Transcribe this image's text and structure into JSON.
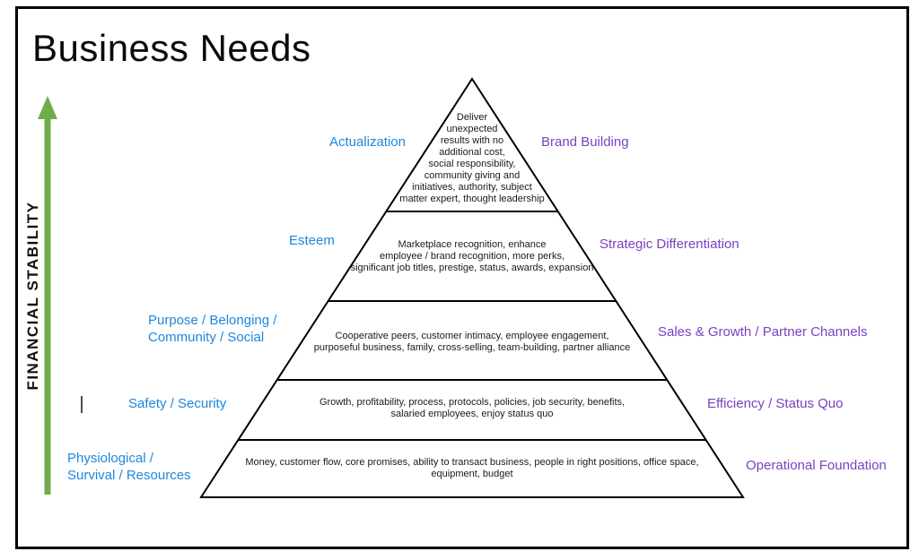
{
  "title": "Business Needs",
  "axis": {
    "label": "FINANCIAL STABILITY",
    "arrow_color": "#6fad4b"
  },
  "colors": {
    "left_labels": "#1e87dc",
    "right_labels": "#7d3fc2",
    "outline": "#000000"
  },
  "pyramid": {
    "levels": [
      {
        "left_label": "Actualization",
        "right_label": "Brand Building",
        "content": "Deliver\nunexpected\nresults with no\nadditional cost,\nsocial responsibility,\ncommunity giving and\ninitiatives, authority, subject\nmatter expert, thought leadership"
      },
      {
        "left_label": "Esteem",
        "right_label": "Strategic Differentiation",
        "content": "Marketplace recognition, enhance\nemployee / brand recognition, more perks,\nsignificant job titles, prestige, status, awards, expansion"
      },
      {
        "left_label": "Purpose / Belonging /\nCommunity / Social",
        "right_label": "Sales & Growth / Partner Channels",
        "content": "Cooperative peers, customer intimacy, employee engagement,\npurposeful business, family, cross-selling, team-building, partner alliance"
      },
      {
        "left_label": "Safety / Security",
        "right_label": "Efficiency / Status Quo",
        "content": "Growth, profitability, process, protocols, policies, job security, benefits,\nsalaried employees, enjoy status quo"
      },
      {
        "left_label": "Physiological /\nSurvival / Resources",
        "right_label": "Operational Foundation",
        "content": "Money, customer flow, core promises, ability to transact business, people in right positions, office space,\nequipment, budget"
      }
    ]
  }
}
